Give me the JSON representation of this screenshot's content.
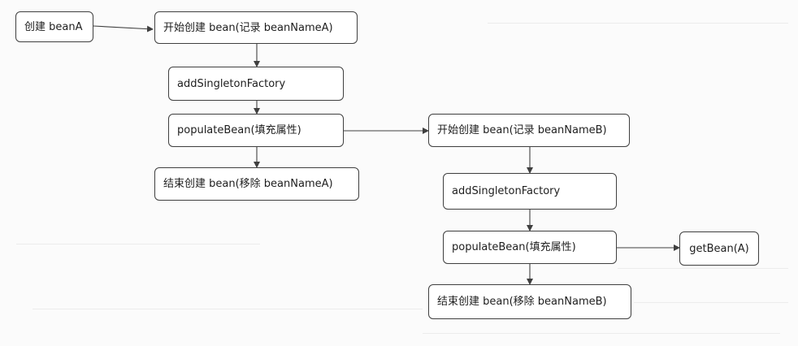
{
  "nodes": {
    "create_bean_a": "创建 beanA",
    "start_create_a": "开始创建 bean(记录 beanNameA)",
    "add_singleton_factory_a": "addSingletonFactory",
    "populate_bean_a": "populateBean(填充属性)",
    "end_create_a": "结束创建 bean(移除 beanNameA)",
    "start_create_b": "开始创建 bean(记录 beanNameB)",
    "add_singleton_factory_b": "addSingletonFactory",
    "populate_bean_b": "populateBean(填充属性)",
    "get_bean_a": "getBean(A)",
    "end_create_b": "结束创建 bean(移除 beanNameB)"
  },
  "colors": {
    "line": "#3f3f3f",
    "box_border": "#3f3f3f",
    "box_fill": "#ffffff"
  }
}
